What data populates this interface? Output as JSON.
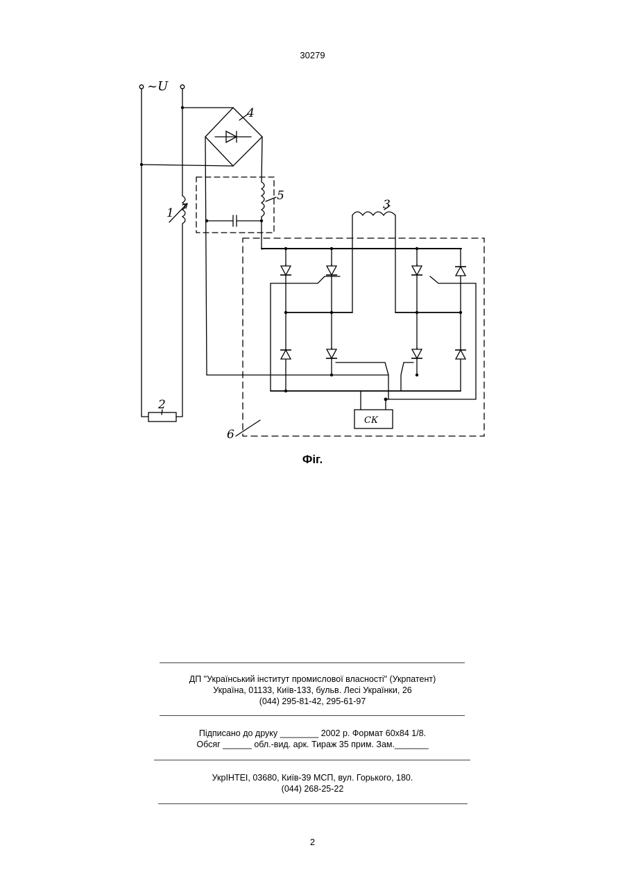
{
  "header": {
    "page_code": "30279"
  },
  "figure": {
    "caption": "Фіг.",
    "labels": {
      "supply": "~U",
      "l1": "1",
      "l2": "2",
      "l3": "3",
      "l4": "4",
      "l5": "5",
      "l6": "6",
      "control_block": "СК"
    }
  },
  "imprint": {
    "org_line1": "ДП \"Український інститут промислової власності\" (Укрпатент)",
    "org_line2": "Україна, 01133, Київ-133, бульв. Лесі Українки, 26",
    "org_phone": "(044) 295-81-42, 295-61-97",
    "sign_line1": "Підписано до друку ________ 2002 р.    Формат 60х84 1/8.",
    "sign_line2": "Обсяг ______ обл.-вид. арк.   Тираж 35 прим.    Зам._______",
    "print_line1": "УкрІНТЕІ, 03680, Київ-39 МСП, вул. Горького, 180.",
    "print_phone": "(044) 268-25-22"
  },
  "footer": {
    "page_number": "2"
  }
}
